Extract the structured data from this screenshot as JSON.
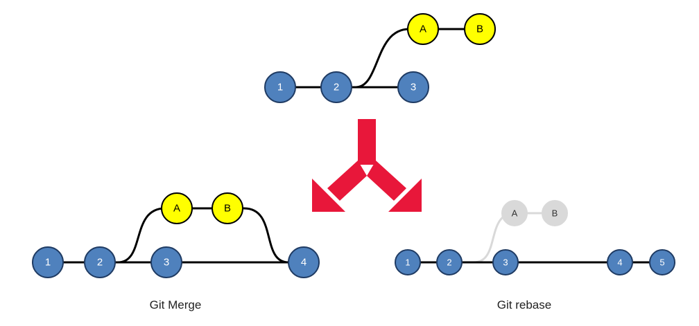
{
  "colors": {
    "main_node": "#4f81bd",
    "branch_node": "#ffff00",
    "ghost_node": "#d9d9d9",
    "edge": "#000000",
    "ghost_edge": "#d9d9d9",
    "arrow": "#e8173a"
  },
  "top_graph": {
    "main_nodes": [
      "1",
      "2",
      "3"
    ],
    "branch_nodes": [
      "A",
      "B"
    ]
  },
  "merge_graph": {
    "main_nodes": [
      "1",
      "2",
      "3",
      "4"
    ],
    "branch_nodes": [
      "A",
      "B"
    ],
    "caption": "Git Merge"
  },
  "rebase_graph": {
    "main_nodes": [
      "1",
      "2",
      "3",
      "4",
      "5"
    ],
    "ghost_nodes": [
      "A",
      "B"
    ],
    "caption": "Git rebase"
  },
  "icons": {
    "split_arrow": "split-arrow-icon"
  }
}
